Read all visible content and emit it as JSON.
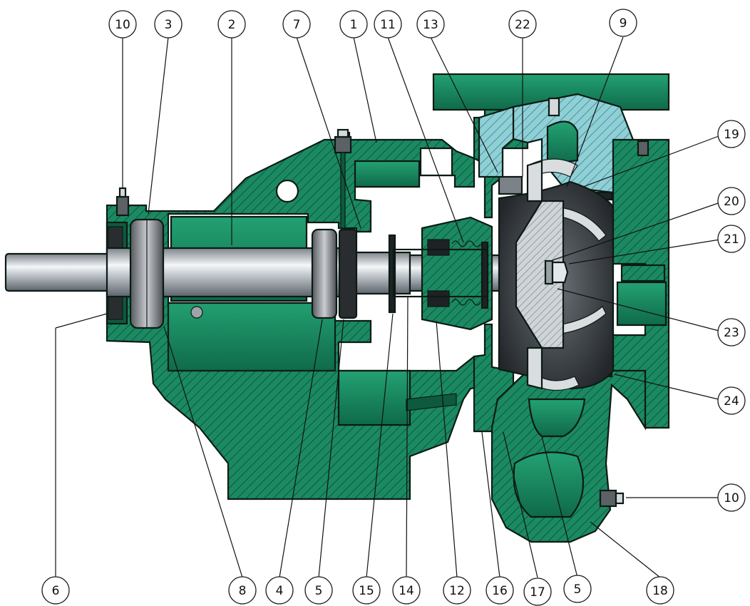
{
  "colors": {
    "housing": "#1b8a62",
    "housing_dark": "#0e5a3e",
    "volute_light": "#8fd0d6",
    "shaft": "#c7ccd2",
    "impeller": "#3a3f44",
    "outline": "#0c1a14"
  },
  "callouts": [
    {
      "key": "c10a",
      "label": "10"
    },
    {
      "key": "c3",
      "label": "3"
    },
    {
      "key": "c2",
      "label": "2"
    },
    {
      "key": "c7",
      "label": "7"
    },
    {
      "key": "c1",
      "label": "1"
    },
    {
      "key": "c11",
      "label": "11"
    },
    {
      "key": "c13",
      "label": "13"
    },
    {
      "key": "c22",
      "label": "22"
    },
    {
      "key": "c9",
      "label": "9"
    },
    {
      "key": "c19",
      "label": "19"
    },
    {
      "key": "c20",
      "label": "20"
    },
    {
      "key": "c21",
      "label": "21"
    },
    {
      "key": "c23",
      "label": "23"
    },
    {
      "key": "c24",
      "label": "24"
    },
    {
      "key": "c10b",
      "label": "10"
    },
    {
      "key": "c6",
      "label": "6"
    },
    {
      "key": "c8",
      "label": "8"
    },
    {
      "key": "c4",
      "label": "4"
    },
    {
      "key": "c5a",
      "label": "5"
    },
    {
      "key": "c15",
      "label": "15"
    },
    {
      "key": "c14",
      "label": "14"
    },
    {
      "key": "c12",
      "label": "12"
    },
    {
      "key": "c16",
      "label": "16"
    },
    {
      "key": "c17",
      "label": "17"
    },
    {
      "key": "c5b",
      "label": "5"
    },
    {
      "key": "c18",
      "label": "18"
    }
  ]
}
